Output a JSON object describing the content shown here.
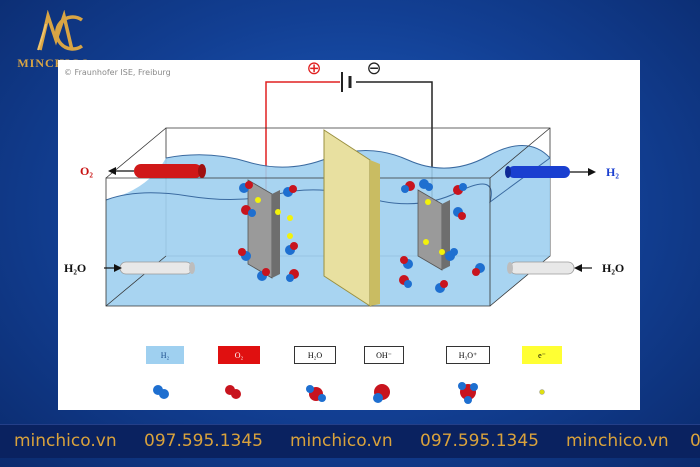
{
  "brand": {
    "name": "MINCHICO",
    "accent": "#d9a544"
  },
  "image_credit": "© Fraunhofer ISE, Freiburg",
  "diagram": {
    "terminal_plus": "⊕",
    "terminal_minus": "⊖",
    "o2_label": "O₂",
    "h2_label": "H₂",
    "water_in_left": "H₂O",
    "water_in_right": "H₂O"
  },
  "legend": [
    {
      "label": "H₂",
      "icon": "hydrogen-molecule-icon",
      "bg": "#9fd0f0",
      "color": "#1a4a8a"
    },
    {
      "label": "O₂",
      "icon": "oxygen-molecule-icon",
      "bg": "#e01010",
      "color": "#ffffff"
    },
    {
      "label": "H₂O",
      "icon": "water-molecule-icon",
      "bg": "#ffffff",
      "color": "#000000"
    },
    {
      "label": "OH⁻",
      "icon": "hydroxide-ion-icon",
      "bg": "#ffffff",
      "color": "#000000"
    },
    {
      "label": "H₃O⁺",
      "icon": "hydronium-ion-icon",
      "bg": "#ffffff",
      "color": "#000000"
    },
    {
      "label": "e⁻",
      "icon": "electron-icon",
      "bg": "#ffff33",
      "color": "#000000"
    }
  ],
  "footer": [
    "minchico.vn",
    "097.595.1345",
    "minchico.vn",
    "097.595.1345",
    "minchico.vn",
    "0"
  ]
}
